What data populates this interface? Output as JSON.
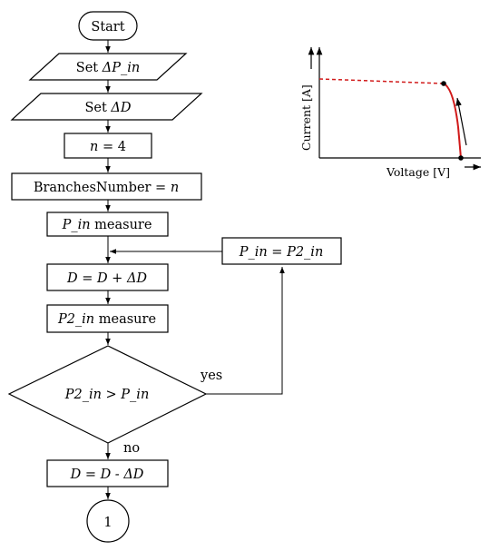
{
  "flowchart": {
    "start": "Start",
    "set_dp_prefix": "Set ",
    "set_dp_var": "ΔP_in",
    "set_dd_prefix": "Set ",
    "set_dd_var": "ΔD",
    "n_var": "n",
    "n_rest": " = 4",
    "branches_text": "BranchesNumber = ",
    "branches_var": "n",
    "pin_var": "P_in",
    "pin_rest": " measure",
    "d_inc": "D = D + ΔD",
    "p2in_var": "P2_in",
    "p2in_rest": " measure",
    "decision": "P2_in > P_in",
    "yes_label": "yes",
    "no_label": "no",
    "update": "P_in = P2_in",
    "d_dec": "D = D - ΔD",
    "connector": "1"
  },
  "iv_plot": {
    "ylabel": "Current [A]",
    "xlabel": "Voltage [V]"
  }
}
